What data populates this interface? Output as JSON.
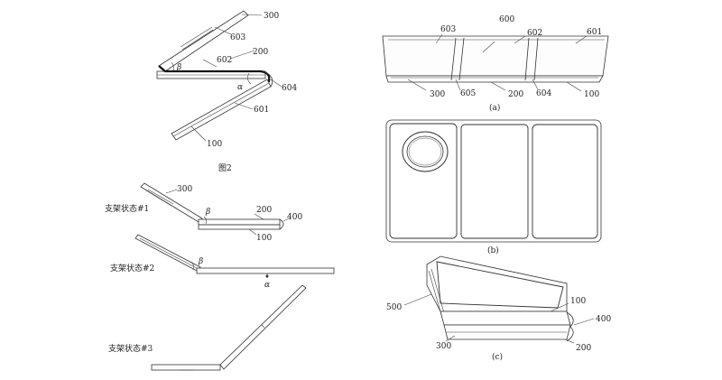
{
  "fig2": {
    "caption": "图2",
    "label_300": "300",
    "label_603": "603",
    "label_200": "200",
    "label_602": "602",
    "label_beta": "β",
    "label_alpha": "α",
    "label_604": "604",
    "label_601": "601",
    "label_100": "100"
  },
  "states": {
    "s1_title": "支架状态#1",
    "s1_300": "300",
    "s1_beta": "β",
    "s1_200": "200",
    "s1_400": "400",
    "s1_100": "100",
    "s2_title": "支架状态#2",
    "s2_beta": "β",
    "s2_alpha": "α",
    "s3_title": "支架状态#3"
  },
  "fig_a": {
    "caption": "(a)",
    "label_603": "603",
    "label_600": "600",
    "label_602": "602",
    "label_601": "601",
    "label_300": "300",
    "label_605": "605",
    "label_200": "200",
    "label_604": "604",
    "label_100": "100"
  },
  "fig_b": {
    "caption": "(b)"
  },
  "fig_c": {
    "caption": "(c)",
    "label_500": "500",
    "label_100": "100",
    "label_400": "400",
    "label_300": "300",
    "label_200": "200"
  }
}
